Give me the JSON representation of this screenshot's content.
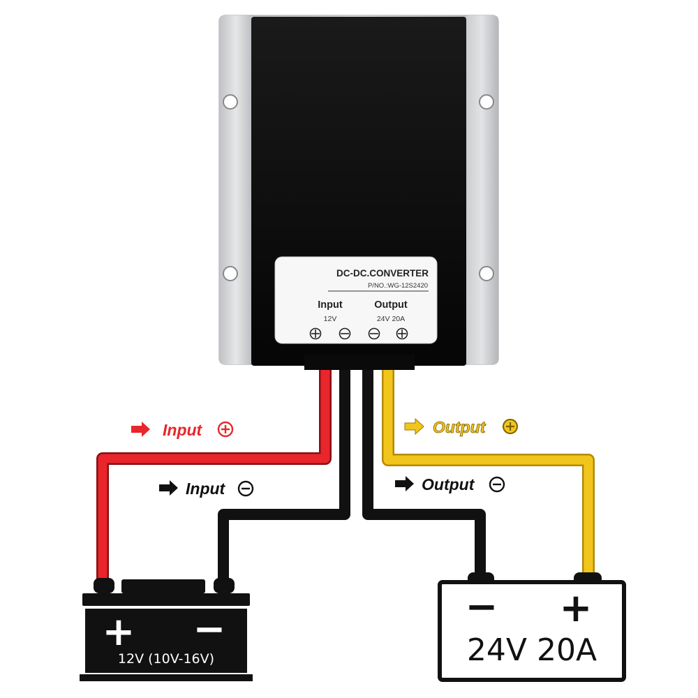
{
  "converter": {
    "title": "DC-DC.CONVERTER",
    "part_number": "P/NO.:WG-12S2420",
    "input_label": "Input",
    "input_voltage": "12V",
    "output_label": "Output",
    "output_rating": "24V 20A"
  },
  "wires": {
    "input_pos": {
      "label": "Input",
      "color": "#e8262b"
    },
    "input_neg": {
      "label": "Input",
      "color": "#111111"
    },
    "output_pos": {
      "label": "Output",
      "color": "#f2c51c"
    },
    "output_neg": {
      "label": "Output",
      "color": "#111111"
    }
  },
  "input_battery": {
    "pos_symbol": "+",
    "neg_symbol": "−",
    "rating": "12V (10V-16V)"
  },
  "output_load": {
    "neg_symbol": "−",
    "pos_symbol": "+",
    "rating": "24V 20A"
  },
  "icons": [
    "arrow-right-icon",
    "plus-circle-icon",
    "minus-circle-icon",
    "mounting-hole-icon"
  ]
}
